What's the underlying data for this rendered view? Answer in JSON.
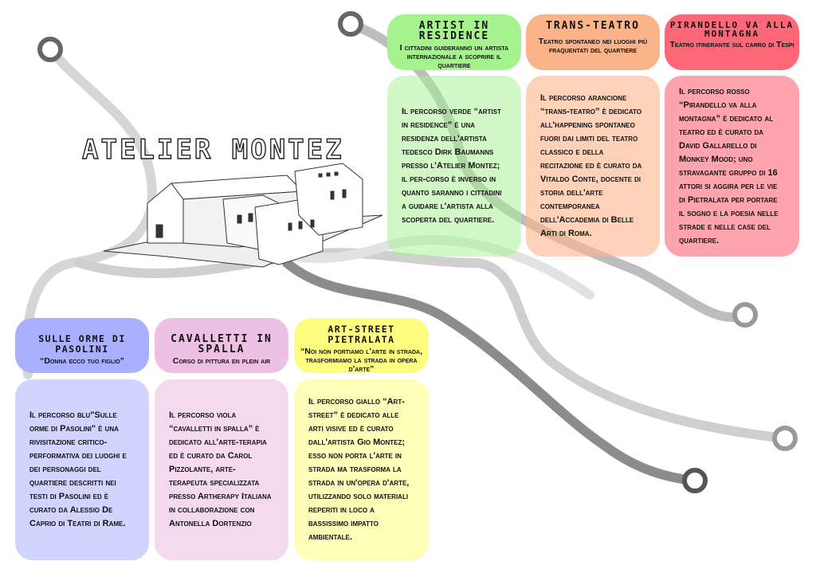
{
  "title": "ATELIER MONTEZ",
  "colors": {
    "green": "#a6f28f",
    "orange": "#fbb48a",
    "red": "#fd6778",
    "blue": "#aab0ff",
    "pink": "#eec0e4",
    "yellow": "#fdfd80"
  },
  "cards": {
    "artist": {
      "title": "Artist in Residence",
      "subtitle": "I cittadini guideranno un artista internazionale a scoprire il quartiere",
      "body": "Il percorso verde “artist in residence” è una residenza dell'artista tedesco Dirk Baumanns presso l'Atelier Montez; il per-corso è inverso in quanto saranno i cittadini a guidare l'artista alla scoperta del quartiere."
    },
    "trans": {
      "title": "Trans-Teatro",
      "subtitle": "Teatro spontaneo nei luoghi più fraquentati del quartiere",
      "body": "Il percorso arancione “trans-teatro” è dedicato all'happening spontaneo fuori dai limiti del teatro classico e della recitazione ed è curato da Vitaldo Conte, docente di storia dell'arte contemporanea dell'Accademia di Belle Arti di Roma."
    },
    "pirandello": {
      "title": "Pirandello va alla Montagna",
      "subtitle": "Teatro itinerante sul carro di Tespi",
      "body": "Il percorso rosso “Pirandello va alla montagna” è dedicato al teatro ed è curato da David Gallarello di Monkey Mood; uno stravagante gruppo di 16 attori si aggira per le vie di Pietralata per portare il sogno e la poesia nelle strade e nelle case del quartiere."
    },
    "pasolini": {
      "title": "Sulle orme di Pasolini",
      "subtitle": "“Donna ecco tuo figlio”",
      "body": "Il percorso blu\"Sulle orme di Pasolini\" è una rivisitazione critico-performativa dei luoghi e dei personaggi del quartiere descritti nei testi di Pasolini ed è curato da Alessio De Caprio di Teatri di Rame."
    },
    "cavalletti": {
      "title": "Cavalletti in Spalla",
      "subtitle": "Corso di pittura en plein air",
      "body": "Il percorso viola “cavalletti in spalla” è dedicato all'arte-terapia ed è curato da Carol Pizzolante, arte-terapeuta specializzata presso Artherapy Italiana in collaborazione con Antonella Dortenzio"
    },
    "artstreet": {
      "title": "Art-Street Pietralata",
      "subtitle": "“Noi non portiamo l'arte in strada, trasformiamo la strada in opera d'arte”",
      "body": "Il percorso giallo “Art-street” è dedicato alle arti visive ed è curato dall'artista Gio Montez; esso non porta l'arte in strada ma trasforma la strada in un'opera d'arte, utilizzando solo materiali reperiti in loco a bassissimo impatto ambientale."
    }
  }
}
